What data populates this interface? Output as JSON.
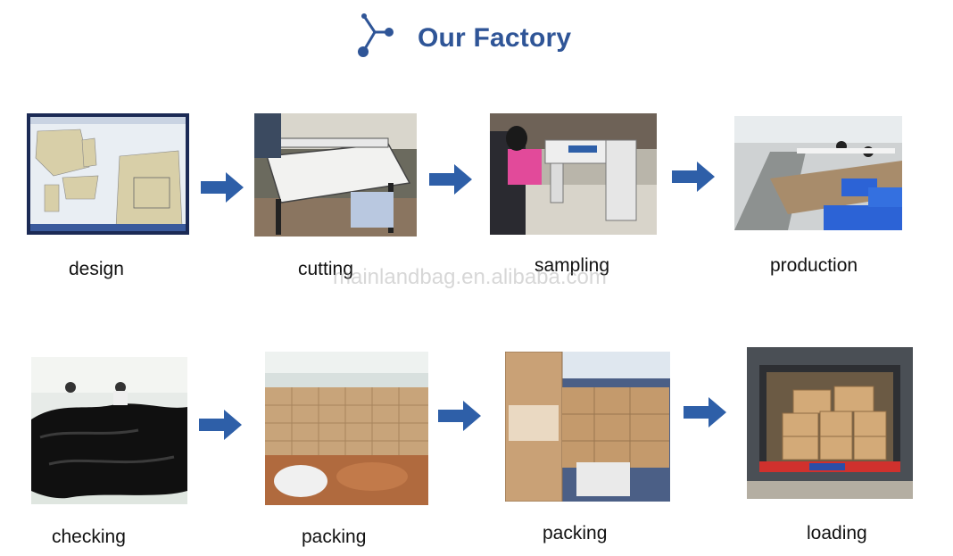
{
  "header": {
    "title": "Our Factory",
    "logo_icon": "network-nodes-icon",
    "accent_color": "#2f5597"
  },
  "steps": [
    {
      "label": "design"
    },
    {
      "label": "cutting"
    },
    {
      "label": "sampling"
    },
    {
      "label": "production"
    },
    {
      "label": "checking"
    },
    {
      "label": "packing"
    },
    {
      "label": "packing"
    },
    {
      "label": "loading"
    }
  ],
  "arrow_icon": "arrow-right-icon",
  "arrow_color": "#2e5fa8",
  "watermark": "mainlandbag.en.alibaba.com"
}
